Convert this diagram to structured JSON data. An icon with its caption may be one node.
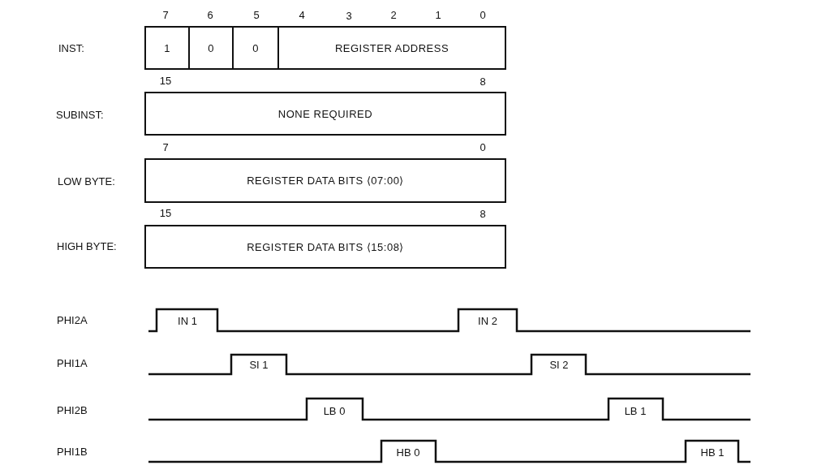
{
  "diagram": {
    "nodes": [
      {
        "text": [
          "1"
        ]
      },
      {
        "text": [
          "0"
        ]
      },
      {
        "text": [
          "0"
        ]
      },
      {
        "text": [
          "REGISTER ADDRESS"
        ]
      },
      {
        "text": [
          "NONE REQUIRED"
        ]
      },
      {
        "text": [
          "REGISTER DATA BITS ⟨07:00⟩"
        ]
      },
      {
        "text": [
          "REGISTER DATA BITS ⟨15:08⟩"
        ]
      }
    ],
    "labels": [
      "7",
      "6",
      "5",
      "4",
      "3",
      "2",
      "1",
      "0",
      "INST:",
      "15",
      "8",
      "SUBINST:",
      "7",
      "0",
      "LOW BYTE:",
      "15",
      "8",
      "HIGH BYTE:",
      "PHI2A",
      "IN 1",
      "IN 2",
      "PHI1A",
      "SI 1",
      "SI 2",
      "PHI2B",
      "LB 0",
      "LB 1",
      "PHI1B",
      "HB 0",
      "HB 1"
    ]
  }
}
